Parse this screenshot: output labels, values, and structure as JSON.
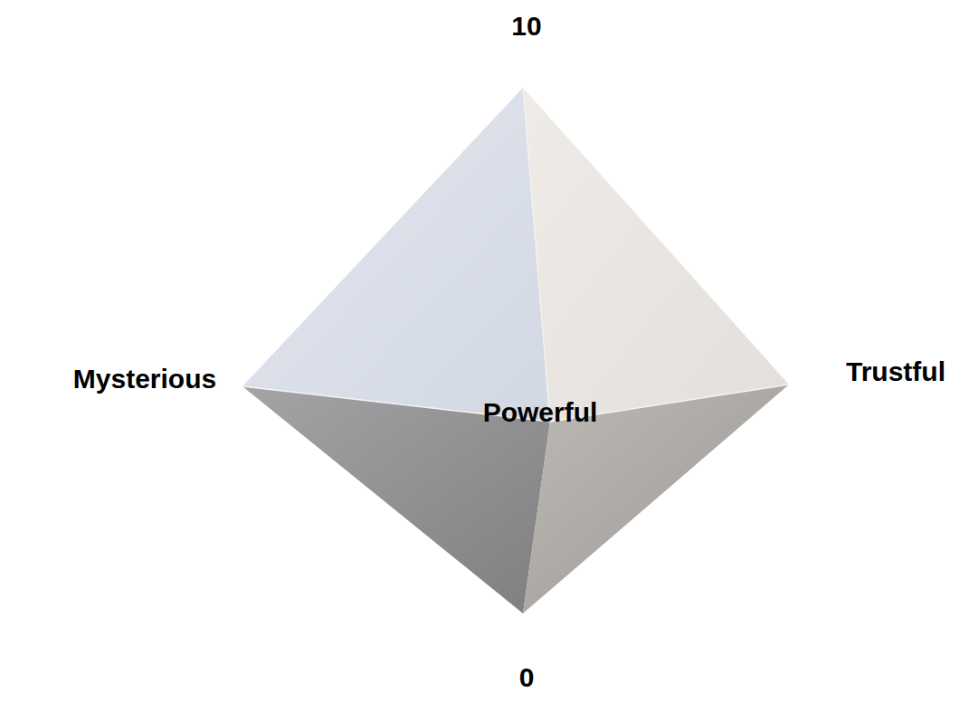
{
  "diagram": {
    "labels": [
      "10",
      "Mysterious",
      "Powerful",
      "Trustful",
      "0"
    ]
  }
}
